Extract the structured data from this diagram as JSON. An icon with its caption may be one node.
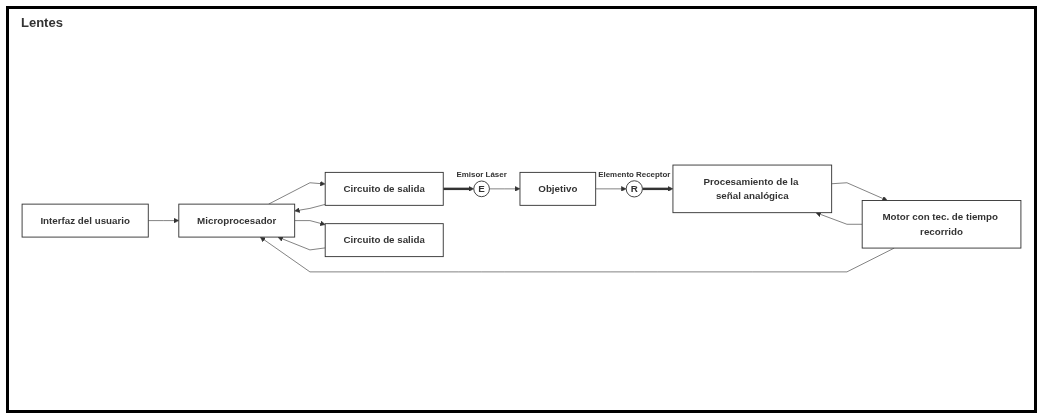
{
  "diagram": {
    "nodes": [
      {
        "text": [
          "Interfaz del usuario"
        ]
      },
      {
        "text": [
          "Microprocesador"
        ]
      },
      {
        "text": [
          "Circuito de salida"
        ]
      },
      {
        "text": [
          "Motor con tec. de tiempo recorrido"
        ]
      },
      {
        "text": [
          "Procesamiento de la señal analógica"
        ]
      },
      {
        "text": [
          "Circuito de salida"
        ]
      },
      {
        "text": [
          "E"
        ],
        "beside": [
          "Emisor Láser"
        ]
      },
      {
        "text": [
          "R"
        ],
        "beside": [
          "Elemento Receptor"
        ]
      },
      {
        "text": [
          "Objetivo"
        ]
      }
    ],
    "edges": [
      {
        "from": 0,
        "to": 1,
        "arrow": "to"
      },
      {
        "from": 1,
        "to": 2,
        "arrow": "to"
      },
      {
        "from": 2,
        "to": 1,
        "arrow": "to"
      },
      {
        "from": 2,
        "to": 6,
        "arrow": "to",
        "style": "thick"
      },
      {
        "from": 6,
        "to": 8,
        "arrow": "to"
      },
      {
        "from": 8,
        "to": 7,
        "arrow": "to"
      },
      {
        "from": 7,
        "to": 4,
        "arrow": "to",
        "style": "thick"
      },
      {
        "from": 3,
        "to": 4,
        "arrow": "to"
      },
      {
        "from": 4,
        "to": 3,
        "arrow": "to"
      },
      {
        "from": 3,
        "to": 1,
        "arrow": "to"
      },
      {
        "from": 5,
        "to": 1,
        "arrow": "to"
      },
      {
        "from": 1,
        "to": 5,
        "arrow": "to"
      }
    ],
    "labels": [
      "Lentes"
    ]
  }
}
